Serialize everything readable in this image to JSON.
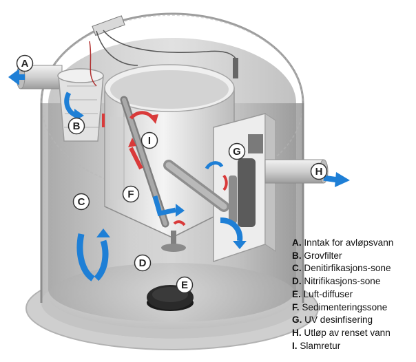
{
  "callouts": [
    {
      "letter": "A"
    },
    {
      "letter": "B"
    },
    {
      "letter": "C"
    },
    {
      "letter": "D"
    },
    {
      "letter": "E"
    },
    {
      "letter": "F"
    },
    {
      "letter": "G"
    },
    {
      "letter": "H"
    },
    {
      "letter": "I"
    }
  ],
  "legend": [
    {
      "letter": "A.",
      "text": "Inntak for avløpsvann"
    },
    {
      "letter": "B.",
      "text": "Grovfilter"
    },
    {
      "letter": "C.",
      "text": "Denitirfikasjons-sone"
    },
    {
      "letter": "D.",
      "text": "Nitrifikasjons-sone"
    },
    {
      "letter": "E.",
      "text": "Luft-diffuser"
    },
    {
      "letter": "F.",
      "text": "Sedimenteringssone"
    },
    {
      "letter": "G.",
      "text": "UV desinfisering"
    },
    {
      "letter": "H.",
      "text": "Utløp av renset vann"
    },
    {
      "letter": "I.",
      "text": "Slamretur"
    }
  ],
  "colors": {
    "flow_arrow": "#1e7fd6",
    "return_arrow": "#d93a3a",
    "tank_wall": "#d9d9d9"
  }
}
